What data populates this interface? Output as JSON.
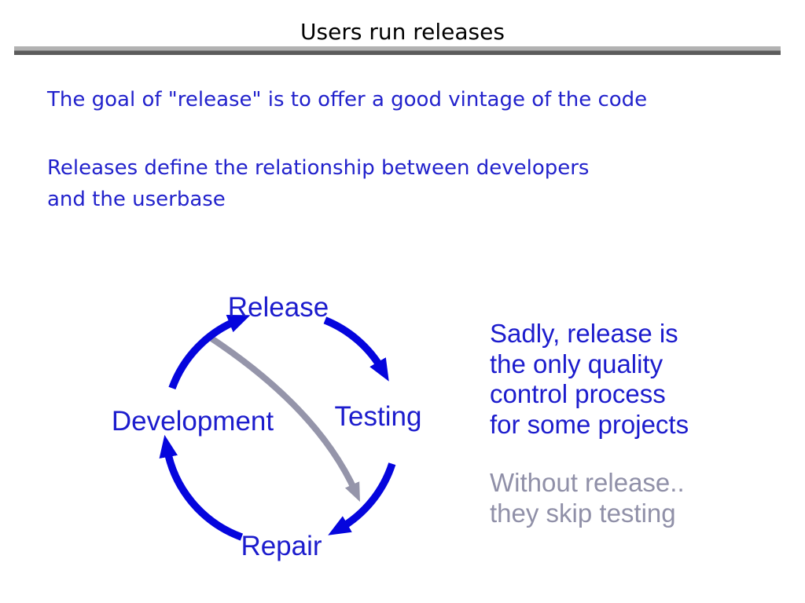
{
  "slide": {
    "title": "Users run releases",
    "intro_line_1": "The goal of \"release\" is to offer a good vintage of the code",
    "intro_line_2": "Releases define the relationship between developers",
    "intro_line_3": "and the userbase"
  },
  "diagram": {
    "nodes": [
      {
        "id": "release",
        "label": "Release"
      },
      {
        "id": "testing",
        "label": "Testing"
      },
      {
        "id": "repair",
        "label": "Repair"
      },
      {
        "id": "development",
        "label": "Development"
      }
    ],
    "arrows": [
      {
        "from": "Release",
        "to": "Testing",
        "color": "blue"
      },
      {
        "from": "Testing",
        "to": "Repair",
        "color": "blue"
      },
      {
        "from": "Repair",
        "to": "Development",
        "color": "blue"
      },
      {
        "from": "Development",
        "to": "Release",
        "color": "blue"
      },
      {
        "from": "Release",
        "to": "Repair",
        "color": "gray"
      }
    ]
  },
  "notes": {
    "blue_lines": [
      "Sadly, release is",
      "the only quality",
      "control process",
      "for some projects"
    ],
    "gray_lines": [
      "Without release..",
      "they skip testing"
    ]
  },
  "colors": {
    "title_text": "#000000",
    "intro_blue": "#2222cc",
    "diagram_blue": "#0505dd",
    "label_blue": "#1c1ccd",
    "shortcut_gray": "#9595aa",
    "note_gray": "#9090a8",
    "rule_light": "#b2b2b2",
    "rule_dark": "#5c5c5c"
  }
}
